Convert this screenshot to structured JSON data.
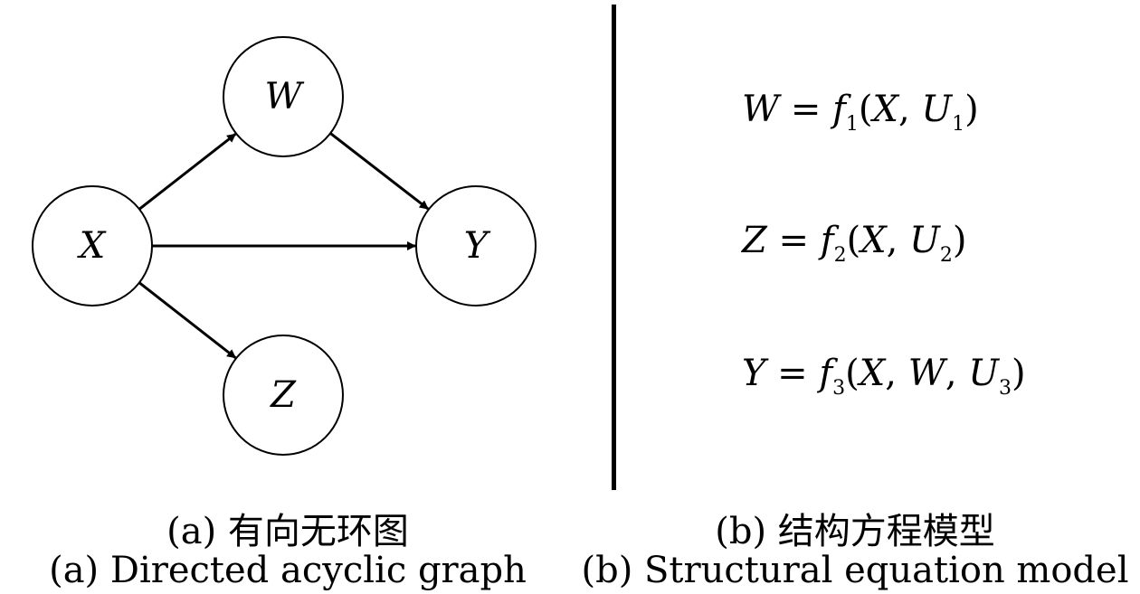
{
  "panel_a": {
    "nodes": [
      {
        "id": "X",
        "label": "X"
      },
      {
        "id": "W",
        "label": "W"
      },
      {
        "id": "Y",
        "label": "Y"
      },
      {
        "id": "Z",
        "label": "Z"
      }
    ],
    "edges": [
      {
        "from": "X",
        "to": "W"
      },
      {
        "from": "W",
        "to": "Y"
      },
      {
        "from": "X",
        "to": "Y"
      },
      {
        "from": "X",
        "to": "Z"
      }
    ],
    "caption_zh": "(a) 有向无环图",
    "caption_en": "(a) Directed acyclic graph"
  },
  "panel_b": {
    "equations": [
      {
        "lhs": "W",
        "op": " = ",
        "func": "f",
        "sub": "1",
        "args": [
          [
            "X",
            ""
          ],
          [
            "U",
            "1"
          ]
        ]
      },
      {
        "lhs": "Z",
        "op": " = ",
        "func": "f",
        "sub": "2",
        "args": [
          [
            "X",
            ""
          ],
          [
            "U",
            "2"
          ]
        ]
      },
      {
        "lhs": "Y",
        "op": " = ",
        "func": "f",
        "sub": "3",
        "args": [
          [
            "X",
            ""
          ],
          [
            "W",
            ""
          ],
          [
            "U",
            "3"
          ]
        ]
      }
    ],
    "caption_zh": "(b) 结构方程模型",
    "caption_en": "(b) Structural equation model"
  }
}
